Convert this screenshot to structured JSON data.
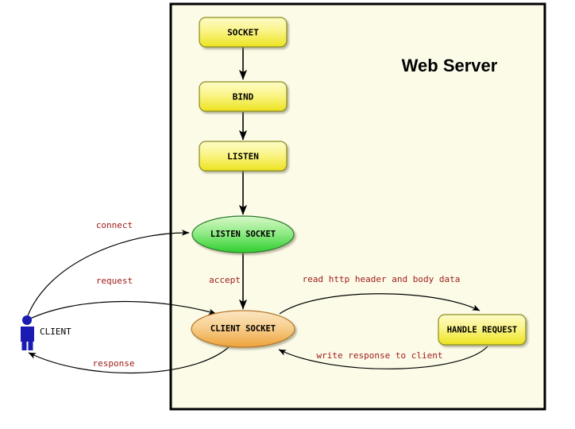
{
  "diagram": {
    "title": "Web Server",
    "container": {
      "label": "web-server-boundary",
      "fill": "#fbfbe8",
      "stroke": "#000000"
    },
    "actor": {
      "label": "CLIENT",
      "color": "#1b1bb3"
    },
    "nodes": [
      {
        "id": "socket",
        "label": "SOCKET",
        "shape": "rounded-rect",
        "fill": "#f5ef5a"
      },
      {
        "id": "bind",
        "label": "BIND",
        "shape": "rounded-rect",
        "fill": "#f5ef5a"
      },
      {
        "id": "listen",
        "label": "LISTEN",
        "shape": "rounded-rect",
        "fill": "#f5ef5a"
      },
      {
        "id": "listen_socket",
        "label": "LISTEN SOCKET",
        "shape": "ellipse",
        "fill": "#57dd55"
      },
      {
        "id": "client_socket",
        "label": "CLIENT SOCKET",
        "shape": "ellipse",
        "fill": "#f2b24a"
      },
      {
        "id": "handle_request",
        "label": "HANDLE REQUEST",
        "shape": "rounded-rect",
        "fill": "#f5ef5a"
      }
    ],
    "edges": [
      {
        "id": "connect",
        "label": "connect",
        "from": "client",
        "to": "listen_socket"
      },
      {
        "id": "request",
        "label": "request",
        "from": "client",
        "to": "client_socket"
      },
      {
        "id": "accept",
        "label": "accept",
        "from": "listen_socket",
        "to": "client_socket"
      },
      {
        "id": "read",
        "label": "read http header and body data",
        "from": "client_socket",
        "to": "handle_request"
      },
      {
        "id": "write",
        "label": "write response to client",
        "from": "handle_request",
        "to": "client_socket"
      },
      {
        "id": "response",
        "label": "response",
        "from": "client_socket",
        "to": "client"
      }
    ],
    "colors": {
      "label_red": "#9d1a16",
      "node_yellow": "#f5ef5a",
      "node_green": "#57dd55",
      "node_orange": "#f2b24a",
      "actor_blue": "#1b1bb3",
      "panel_bg": "#fbfbe8"
    }
  }
}
